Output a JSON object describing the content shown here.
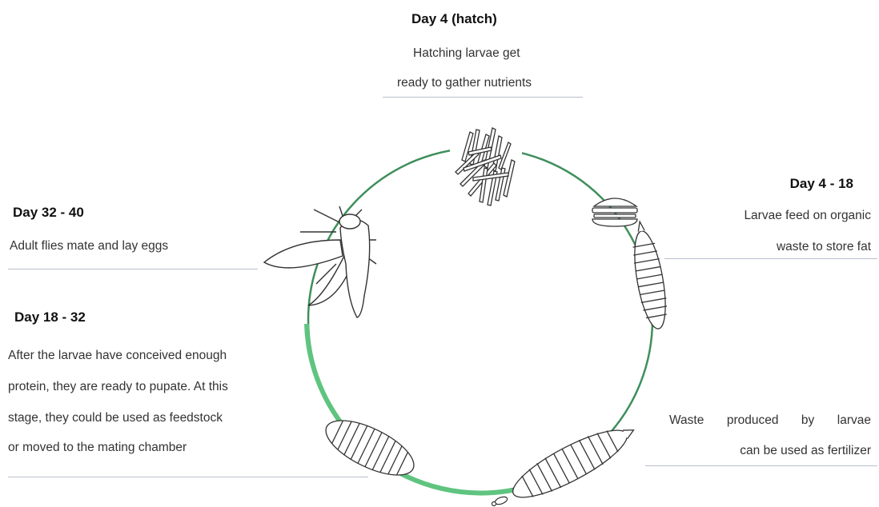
{
  "stages": {
    "hatch": {
      "title": "Day 4 (hatch)",
      "line1": "Hatching larvae get",
      "line2": "ready to gather nutrients"
    },
    "feeding": {
      "title": "Day 4 - 18",
      "line1": "Larvae feed on organic",
      "line2": "waste to store fat"
    },
    "adult": {
      "title": "Day 32 - 40",
      "line1": "Adult flies mate and lay eggs"
    },
    "pupa": {
      "title": "Day 18 - 32",
      "line1": "After the larvae have conceived enough",
      "line2": "protein, they are ready to pupate. At this",
      "line3": "stage, they could be used as feedstock",
      "line4": "or moved to the mating chamber"
    },
    "waste": {
      "line1": "Waste produced by larvae",
      "line2": "can be used as fertilizer"
    }
  },
  "colors": {
    "cycle_thin": "#3f8f5c",
    "cycle_thick": "#5fc47f",
    "rule": "#b9bfcc",
    "drawing": "#333333"
  },
  "icons": [
    "egg-cluster-icon",
    "food-icon",
    "larva-icon",
    "prepupa-icon",
    "pupa-icon",
    "adult-fly-icon",
    "waste-icon"
  ]
}
